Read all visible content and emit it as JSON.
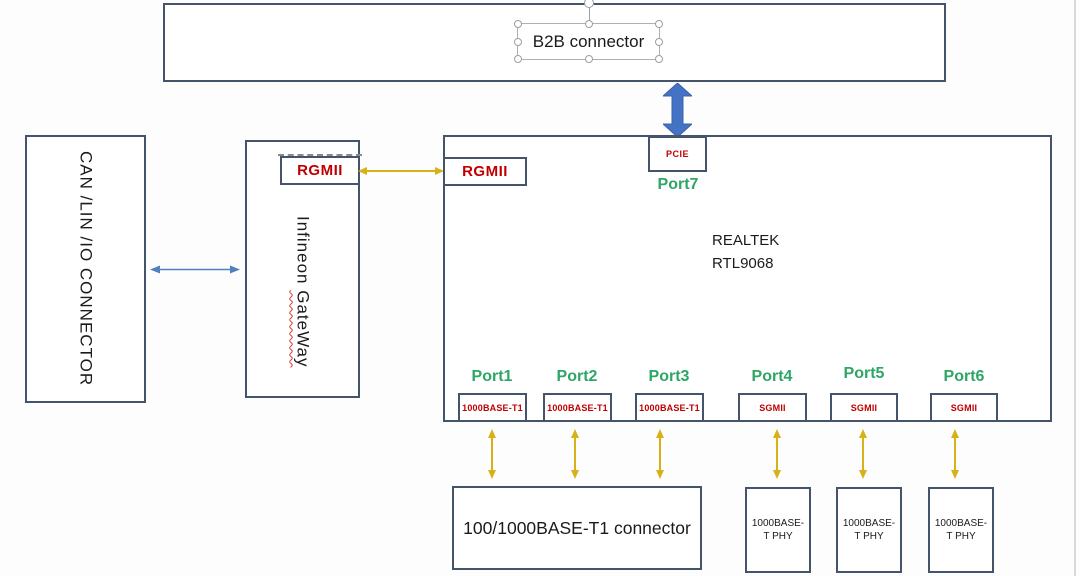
{
  "colors": {
    "box_border": "#44546a",
    "accent_red": "#c00000",
    "accent_green": "#2ea666",
    "arrow_yellow": "#d8b119",
    "arrow_blue": "#4472c4",
    "arrow_thin_blue": "#4f81bd"
  },
  "b2b_connector": {
    "label": "B2B connector"
  },
  "can_connector": {
    "label": "CAN /LIN /IO CONNECTOR"
  },
  "gateway": {
    "label_prefix": "Infineon ",
    "label_underlined": "GateWay",
    "rgmii_label": "RGMII"
  },
  "realtek": {
    "name_line1": "REALTEK",
    "name_line2": "RTL9068",
    "rgmii_label": "RGMII",
    "pcie_label": "PCIE",
    "port7_label": "Port7",
    "ports": [
      {
        "label": "Port1",
        "interface": "1000BASE-T1"
      },
      {
        "label": "Port2",
        "interface": "1000BASE-T1"
      },
      {
        "label": "Port3",
        "interface": "1000BASE-T1"
      },
      {
        "label": "Port4",
        "interface": "SGMII"
      },
      {
        "label": "Port5",
        "interface": "SGMII"
      },
      {
        "label": "Port6",
        "interface": "SGMII"
      }
    ]
  },
  "bottom": {
    "t1_connector_label": "100/1000BASE-T1 connector",
    "phy_labels": [
      "1000BASE-T PHY",
      "1000BASE-T PHY",
      "1000BASE-T PHY"
    ]
  }
}
